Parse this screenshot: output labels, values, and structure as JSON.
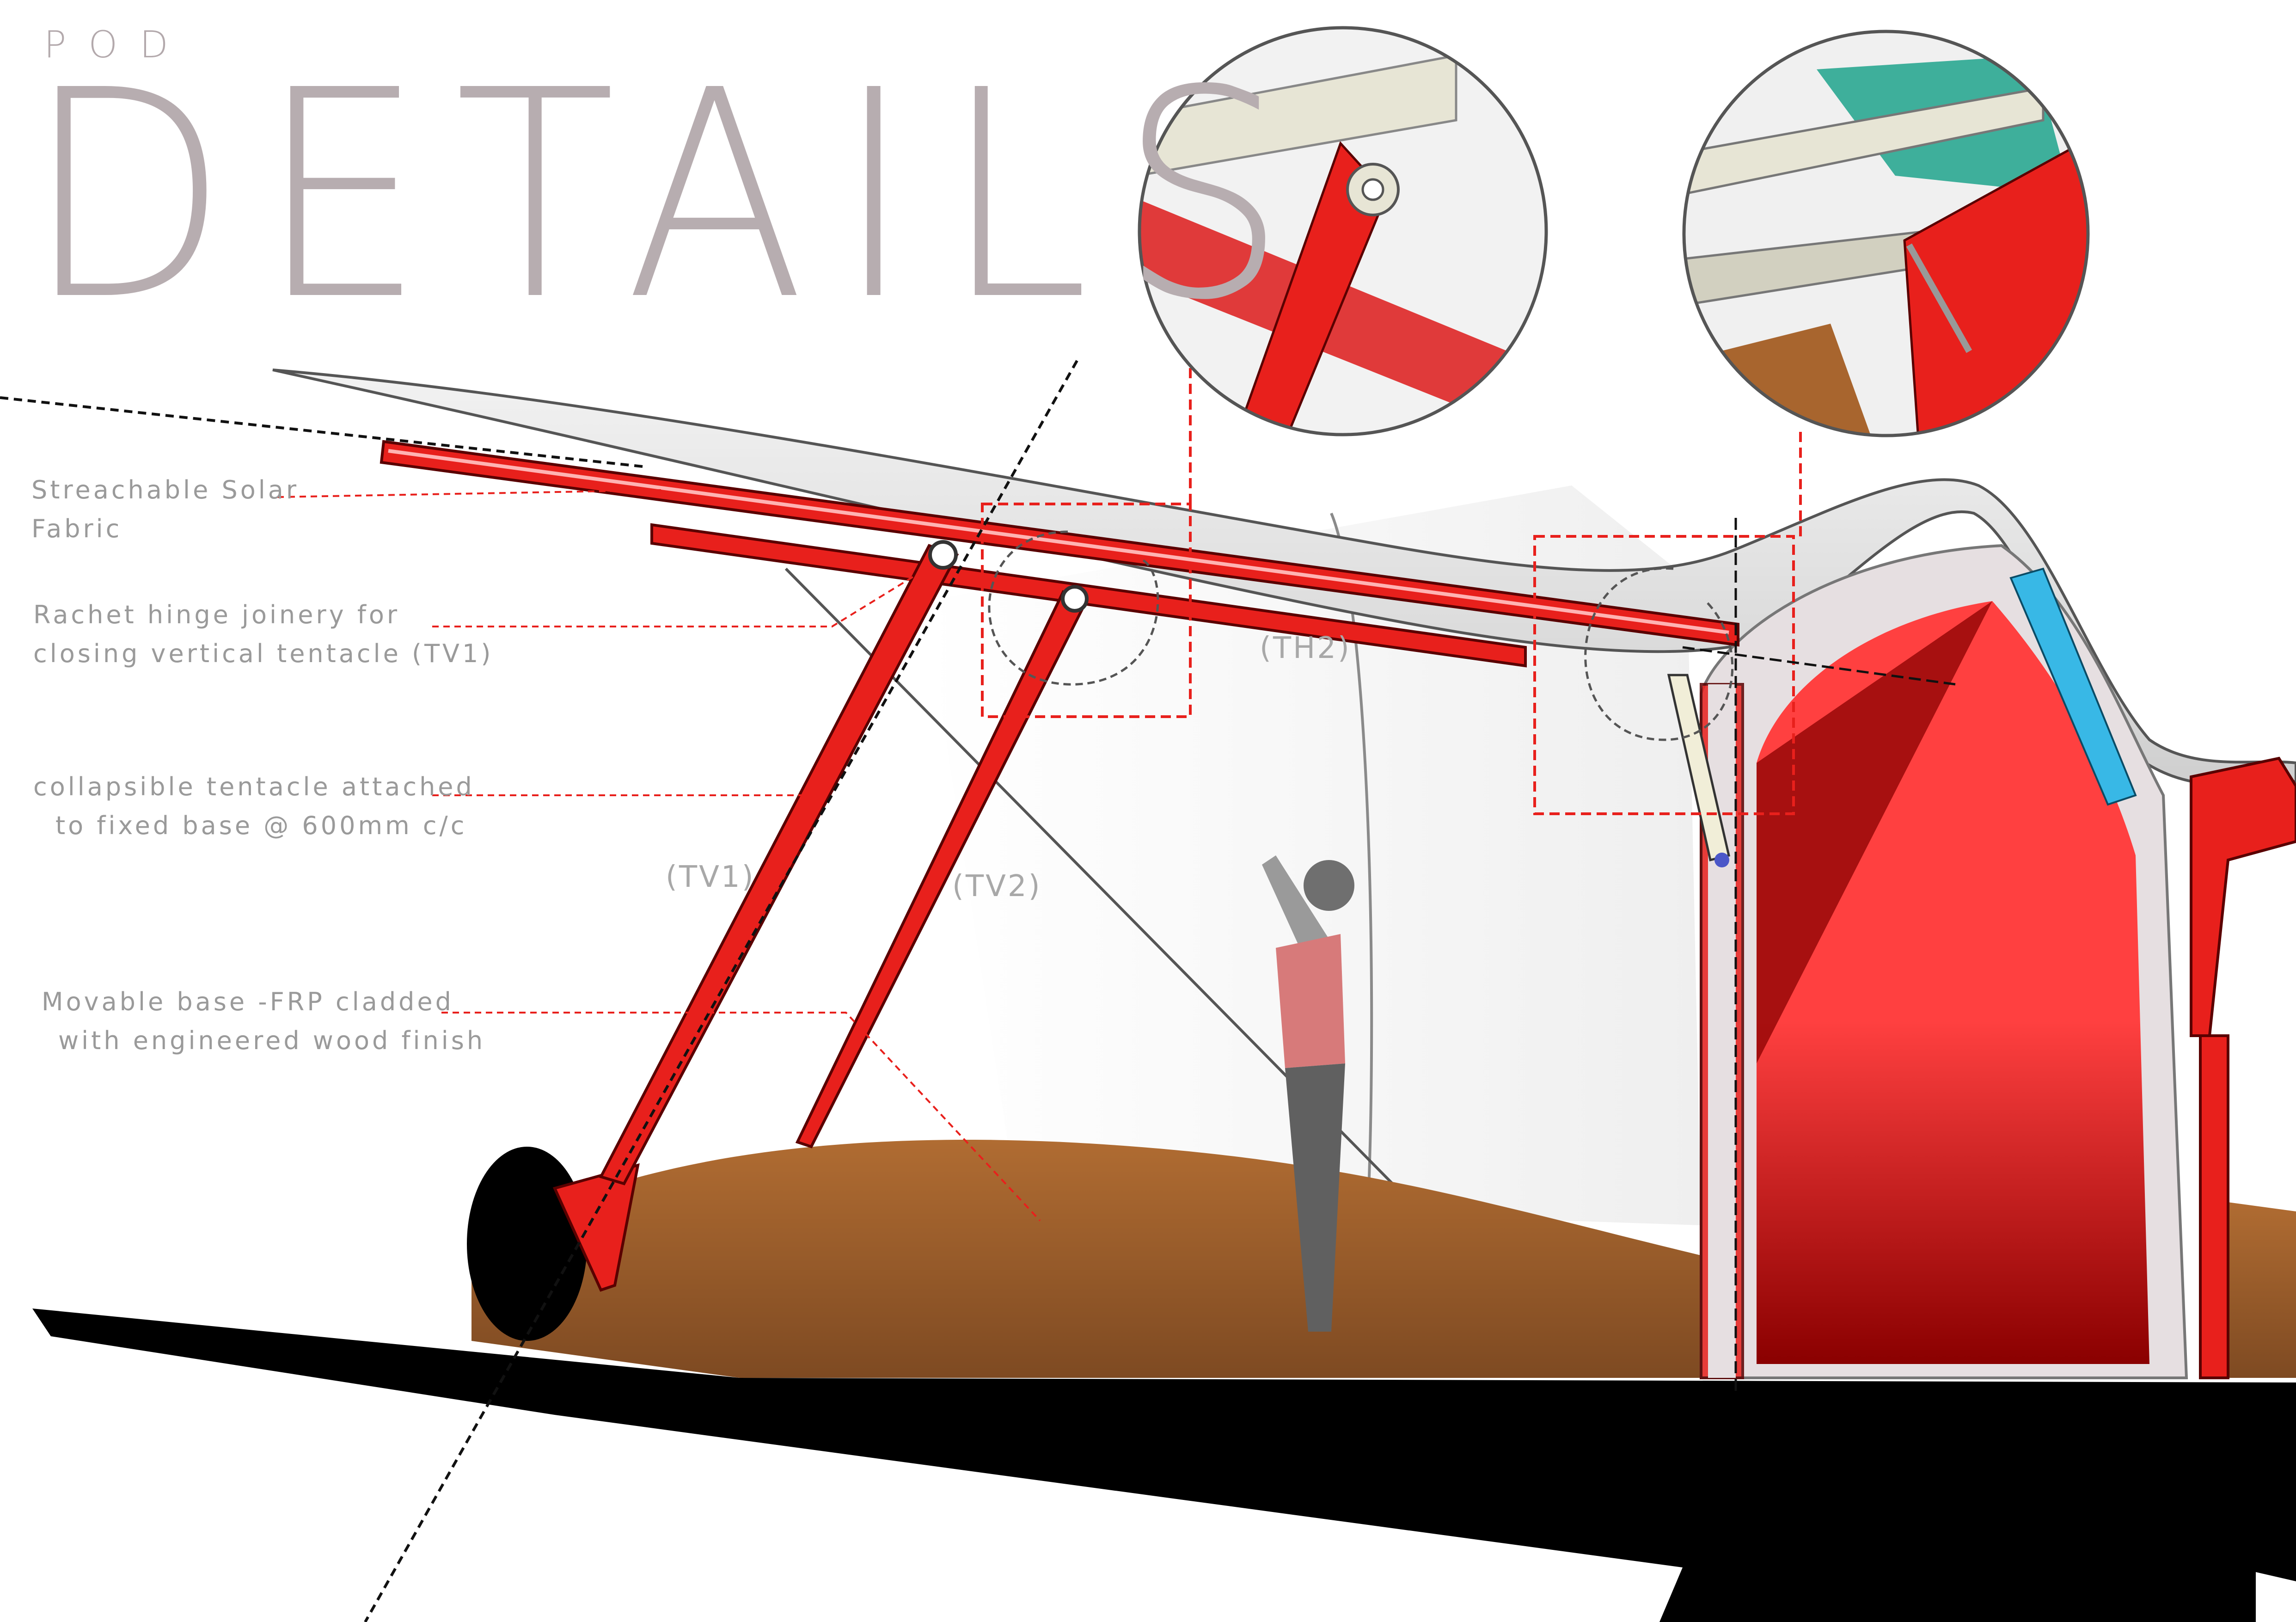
{
  "header": {
    "kicker": "POD",
    "title": "DETAILS"
  },
  "annotations": [
    {
      "id": "fabric",
      "line1": "Streachable  Solar",
      "line2": "Fabric"
    },
    {
      "id": "hinge",
      "line1": "Rachet   hinge   joinery   for",
      "line2": "closing vertical tentacle (TV1)"
    },
    {
      "id": "tentacle",
      "line1": "collapsible  tentacle  attached",
      "line2": "to fixed base @ 600mm c/c"
    },
    {
      "id": "base",
      "line1": "Movable  base  -FRP  cladded",
      "line2": "with engineered wood finish"
    }
  ],
  "member_tags": {
    "tv1": "(TV1)",
    "tv2": "(TV2)",
    "th2": "(TH2)"
  },
  "palette": {
    "frame_red": "#e8201c",
    "fill_red": "#ff4040",
    "wood": "#a8652e",
    "ground": "#000000",
    "title_grey": "#b7adb0",
    "glass_cyan": "#38b8e6",
    "teal": "#1fa38c"
  },
  "icons": [
    "circle-detail-callout-icon",
    "rotation-arrow-icon"
  ]
}
